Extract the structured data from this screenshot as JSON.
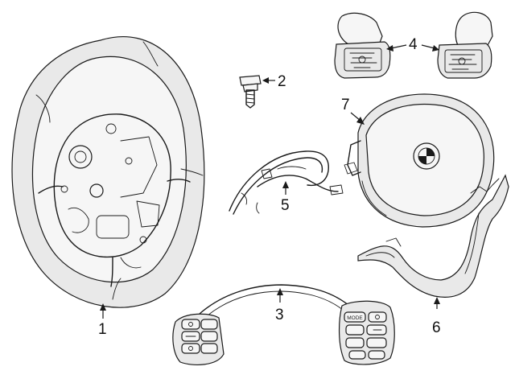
{
  "callouts": {
    "steering_wheel": "1",
    "screw": "2",
    "switch_assembly": "3",
    "paddle_shifters": "4",
    "wire_harness": "5",
    "trim_cover": "6",
    "airbag": "7"
  },
  "buttons": {
    "mode": "MODE"
  }
}
